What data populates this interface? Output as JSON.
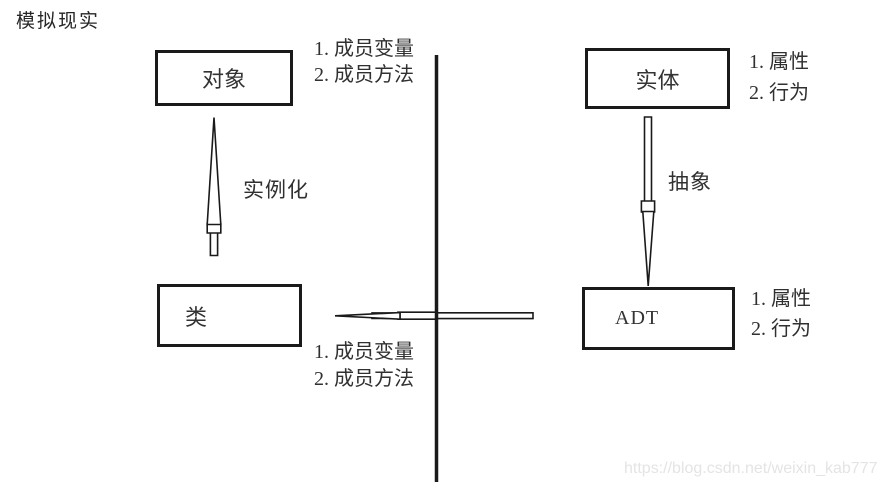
{
  "title": "模拟现实",
  "boxes": {
    "object": "对象",
    "class": "类",
    "entity": "实体",
    "adt": "ADT"
  },
  "arrows": {
    "instantiate_label": "实例化",
    "abstract_label": "抽象"
  },
  "notes": {
    "object_members": [
      "1. 成员变量",
      "2. 成员方法"
    ],
    "class_members": [
      "1. 成员变量",
      "2. 成员方法"
    ],
    "entity_traits": [
      "1. 属性",
      "2. 行为"
    ],
    "adt_traits": [
      "1. 属性",
      "2. 行为"
    ]
  },
  "watermark": "https://blog.csdn.net/weixin_kab777",
  "colors": {
    "ink": "#1a1a1a",
    "text": "#303030",
    "watermark": "#e4e4e4",
    "background": "#ffffff"
  }
}
